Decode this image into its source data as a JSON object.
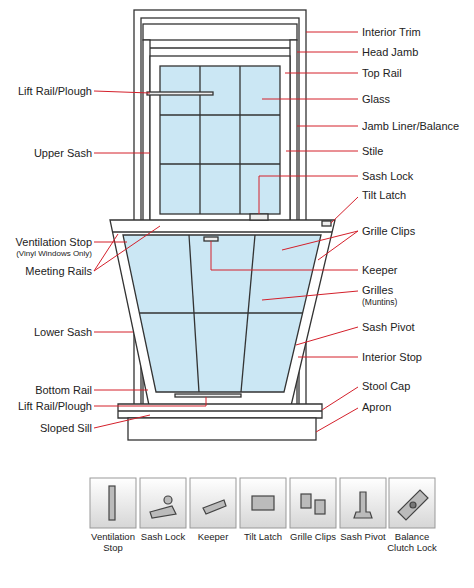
{
  "diagram": {
    "labels": [
      "Lift Rail/Plough",
      "Upper Sash",
      "Ventilation Stop",
      "(Vinyl Windows Only)",
      "Meeting Rails",
      "Lower Sash",
      "Bottom Rail",
      "Lift Rail/Plough",
      "Sloped Sill",
      "Interior Trim",
      "Head Jamb",
      "Top Rail",
      "Glass",
      "Jamb Liner/Balance",
      "Stile",
      "Sash Lock",
      "Tilt Latch",
      "Grille Clips",
      "Keeper",
      "Grilles",
      "(Muntins)",
      "Sash Pivot",
      "Interior Stop",
      "Stool Cap",
      "Apron",
      "Ventilation Stop",
      "Sash Lock",
      "Keeper",
      "Tilt Latch",
      "Grille Clips",
      "Sash Pivot",
      "Balance Clutch Lock"
    ]
  }
}
